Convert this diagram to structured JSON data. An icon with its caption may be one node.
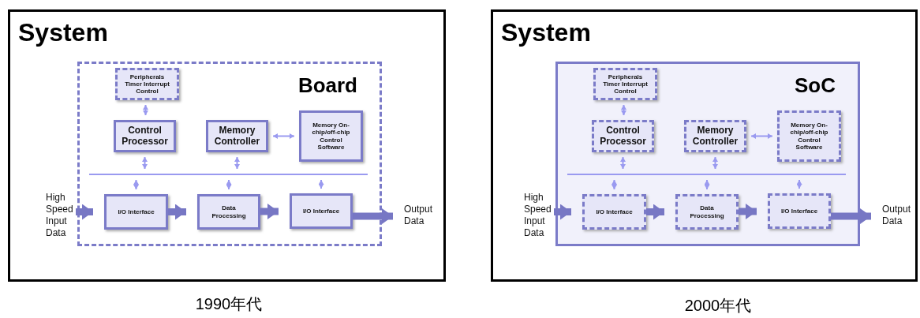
{
  "diagram": {
    "nodes": [
      {
        "text": [
          "System"
        ],
        "beside": [
          "1990年代"
        ]
      },
      {
        "text": [
          "Board"
        ],
        "in": 0
      },
      {
        "text": [
          "Peripherals Timer Interrupt Control"
        ],
        "in": 1
      },
      {
        "text": [
          "Control Processor"
        ],
        "in": 1
      },
      {
        "text": [
          "Memory Controller"
        ],
        "in": 1
      },
      {
        "text": [
          "Memory On-chip/off-chip Control Software"
        ],
        "in": 1
      },
      {
        "text": [],
        "shape": "bar",
        "in": 1
      },
      {
        "text": [
          "I/O Interface"
        ],
        "in": 1
      },
      {
        "text": [
          "Data Processing"
        ],
        "in": 1
      },
      {
        "text": [
          "I/O Interface"
        ],
        "in": 1
      },
      {
        "text": [
          "High Speed Input Data"
        ],
        "in": 0
      },
      {
        "text": [
          "Output Data"
        ],
        "in": 0
      },
      {
        "text": [
          "System"
        ],
        "beside": [
          "2000年代"
        ]
      },
      {
        "text": [
          "SoC"
        ],
        "in": 12
      },
      {
        "text": [
          "Peripherals Timer Interrupt Control"
        ],
        "in": 13
      },
      {
        "text": [
          "Control Processor"
        ],
        "in": 13
      },
      {
        "text": [
          "Memory Controller"
        ],
        "in": 13
      },
      {
        "text": [
          "Memory On-chip/off-chip Control Software"
        ],
        "in": 13
      },
      {
        "text": [],
        "shape": "bar",
        "in": 13
      },
      {
        "text": [
          "I/O Interface"
        ],
        "in": 13
      },
      {
        "text": [
          "Data Processing"
        ],
        "in": 13
      },
      {
        "text": [
          "I/O Interface"
        ],
        "in": 13
      },
      {
        "text": [
          "High Speed Input Data"
        ],
        "in": 12
      },
      {
        "text": [
          "Output Data"
        ],
        "in": 12
      }
    ],
    "edges": [
      {
        "from": 2,
        "to": 3,
        "arrow": "both"
      },
      {
        "from": 4,
        "to": 5,
        "arrow": "both"
      },
      {
        "from": 3,
        "to": 6,
        "arrow": "both"
      },
      {
        "from": 4,
        "to": 6,
        "arrow": "both"
      },
      {
        "from": 6,
        "to": 7,
        "arrow": "both"
      },
      {
        "from": 6,
        "to": 8,
        "arrow": "both"
      },
      {
        "from": 6,
        "to": 9,
        "arrow": "both"
      },
      {
        "from": 10,
        "to": 7,
        "arrow": "to",
        "style": "thick",
        "color": "#7777c4"
      },
      {
        "from": 7,
        "to": 8,
        "arrow": "to",
        "style": "thick",
        "color": "#7777c4"
      },
      {
        "from": 8,
        "to": 9,
        "arrow": "to",
        "style": "thick",
        "color": "#7777c4"
      },
      {
        "from": 9,
        "to": 11,
        "arrow": "to",
        "style": "thick",
        "color": "#7777c4"
      },
      {
        "from": 14,
        "to": 15,
        "arrow": "both"
      },
      {
        "from": 16,
        "to": 17,
        "arrow": "both"
      },
      {
        "from": 15,
        "to": 18,
        "arrow": "both"
      },
      {
        "from": 16,
        "to": 18,
        "arrow": "both"
      },
      {
        "from": 18,
        "to": 19,
        "arrow": "both"
      },
      {
        "from": 18,
        "to": 20,
        "arrow": "both"
      },
      {
        "from": 18,
        "to": 21,
        "arrow": "both"
      },
      {
        "from": 22,
        "to": 19,
        "arrow": "to",
        "style": "thick",
        "color": "#7777c4"
      },
      {
        "from": 19,
        "to": 20,
        "arrow": "to",
        "style": "thick",
        "color": "#7777c4"
      },
      {
        "from": 20,
        "to": 21,
        "arrow": "to",
        "style": "thick",
        "color": "#7777c4"
      },
      {
        "from": 21,
        "to": 23,
        "arrow": "to",
        "style": "thick",
        "color": "#7777c4"
      }
    ]
  }
}
